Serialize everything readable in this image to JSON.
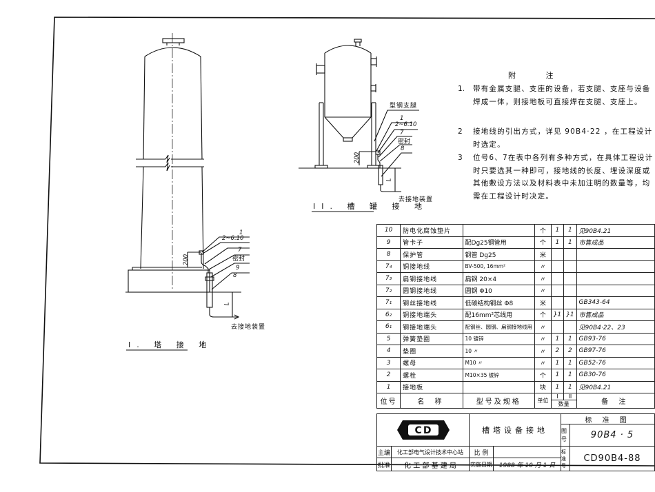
{
  "notes": {
    "title": "附   注",
    "items": [
      {
        "num": "1.",
        "text": "带有金属支腿、支座的设备，若支腿、支座与设备焊成一体，则接地板可直接焊在支腿、支座上。"
      },
      {
        "num": "2",
        "text": "接地线的引出方式，详见 90B4·22 ，在工程设计时选定。"
      },
      {
        "num": "3",
        "text": "位号6、7在表中各列有多种方式，在具体工程设计时只要选其一种即可，接地线的长度、埋设深度或其他敷设方法以及材料表中未加注明的数量等，均需在工程设计时决定。"
      }
    ]
  },
  "drawing_tower": {
    "caption": "I. 塔 接 地",
    "callouts": [
      "1",
      "2~6.10",
      "7",
      "密封",
      "9",
      "8"
    ],
    "dimension": "200",
    "length_label": "L",
    "destination": "去接地装置"
  },
  "drawing_tank": {
    "caption": "II. 槽 罐 接 地",
    "support_label": "型钢支腿",
    "callouts": [
      "1",
      "2~6.10",
      "7",
      "密封",
      "8"
    ],
    "dimension": "200",
    "length_label": "L",
    "destination": "去接地装置"
  },
  "bom": {
    "headers": {
      "no": "位号",
      "name": "名   称",
      "spec": "型号及规格",
      "unit": "单位",
      "q1": "I",
      "q2": "II",
      "qty": "数量",
      "remark": "备   注"
    },
    "rows": [
      {
        "no": "10",
        "name": "防电化腐蚀垫片",
        "spec": "",
        "unit": "个",
        "q1": "1",
        "q2": "1",
        "remark": "见90B4.21"
      },
      {
        "no": "9",
        "name": "管卡子",
        "spec": "配Dg25钢管用",
        "unit": "个",
        "q1": "1",
        "q2": "1",
        "remark": "市售成品"
      },
      {
        "no": "8",
        "name": "保护管",
        "spec": "钢管 Dg25",
        "unit": "米",
        "q1": "",
        "q2": "",
        "remark": ""
      },
      {
        "no": "7₄",
        "name": "铜接地线",
        "spec": "BV-500,  16mm²",
        "unit": "〃",
        "q1": "",
        "q2": "",
        "remark": ""
      },
      {
        "no": "7₃",
        "name": "扁钢接地线",
        "spec": "扁钢  20×4",
        "unit": "〃",
        "q1": "",
        "q2": "",
        "remark": ""
      },
      {
        "no": "7₂",
        "name": "圆钢接地线",
        "spec": "圆钢  Φ10",
        "unit": "〃",
        "q1": "",
        "q2": "",
        "remark": ""
      },
      {
        "no": "7₁",
        "name": "钢丝接地线",
        "spec": "低碳结构钢丝 Φ8",
        "unit": "米",
        "q1": "",
        "q2": "",
        "remark": "GB343-64"
      },
      {
        "no": "6₂",
        "name": "铜接地端头",
        "spec": "配16mm²芯线用",
        "unit": "个",
        "q1": "}1",
        "q2": "}1",
        "remark": "市售成品"
      },
      {
        "no": "6₁",
        "name": "钢接地端头",
        "spec": "配钢丝、圆钢、扁钢接地线用",
        "unit": "〃",
        "q1": "",
        "q2": "",
        "remark": "见90B4·22、23"
      },
      {
        "no": "5",
        "name": "弹簧垫圈",
        "spec": "10        镀锌",
        "unit": "〃",
        "q1": "1",
        "q2": "1",
        "remark": "GB93-76"
      },
      {
        "no": "4",
        "name": "垫圈",
        "spec": "10          〃",
        "unit": "〃",
        "q1": "2",
        "q2": "2",
        "remark": "GB97-76"
      },
      {
        "no": "3",
        "name": "螺母",
        "spec": "M10         〃",
        "unit": "〃",
        "q1": "1",
        "q2": "1",
        "remark": "GB52-76"
      },
      {
        "no": "2",
        "name": "螺栓",
        "spec": "M10×35     镀锌",
        "unit": "个",
        "q1": "1",
        "q2": "1",
        "remark": "GB30-76"
      },
      {
        "no": "1",
        "name": "接地板",
        "spec": "",
        "unit": "块",
        "q1": "1",
        "q2": "1",
        "remark": "见90B4.21"
      }
    ]
  },
  "title_block": {
    "logo": "CD",
    "drawing_title": "槽塔设备接地",
    "standard_label": "标   准   图",
    "drawing_no_label": "图号",
    "drawing_no": "90B4 · 5",
    "chief_editor_label": "主编",
    "chief_editor": "化工部电气设计技术中心站",
    "scale_label": "比 例",
    "scale": "",
    "approved_label": "批准",
    "approved": "化 工 部 基 建 局",
    "effective_label": "实施日期",
    "effective_date": "1988 年 10 月  1  日",
    "std_no_label": "标准号",
    "std_no": "CD90B4-88"
  }
}
